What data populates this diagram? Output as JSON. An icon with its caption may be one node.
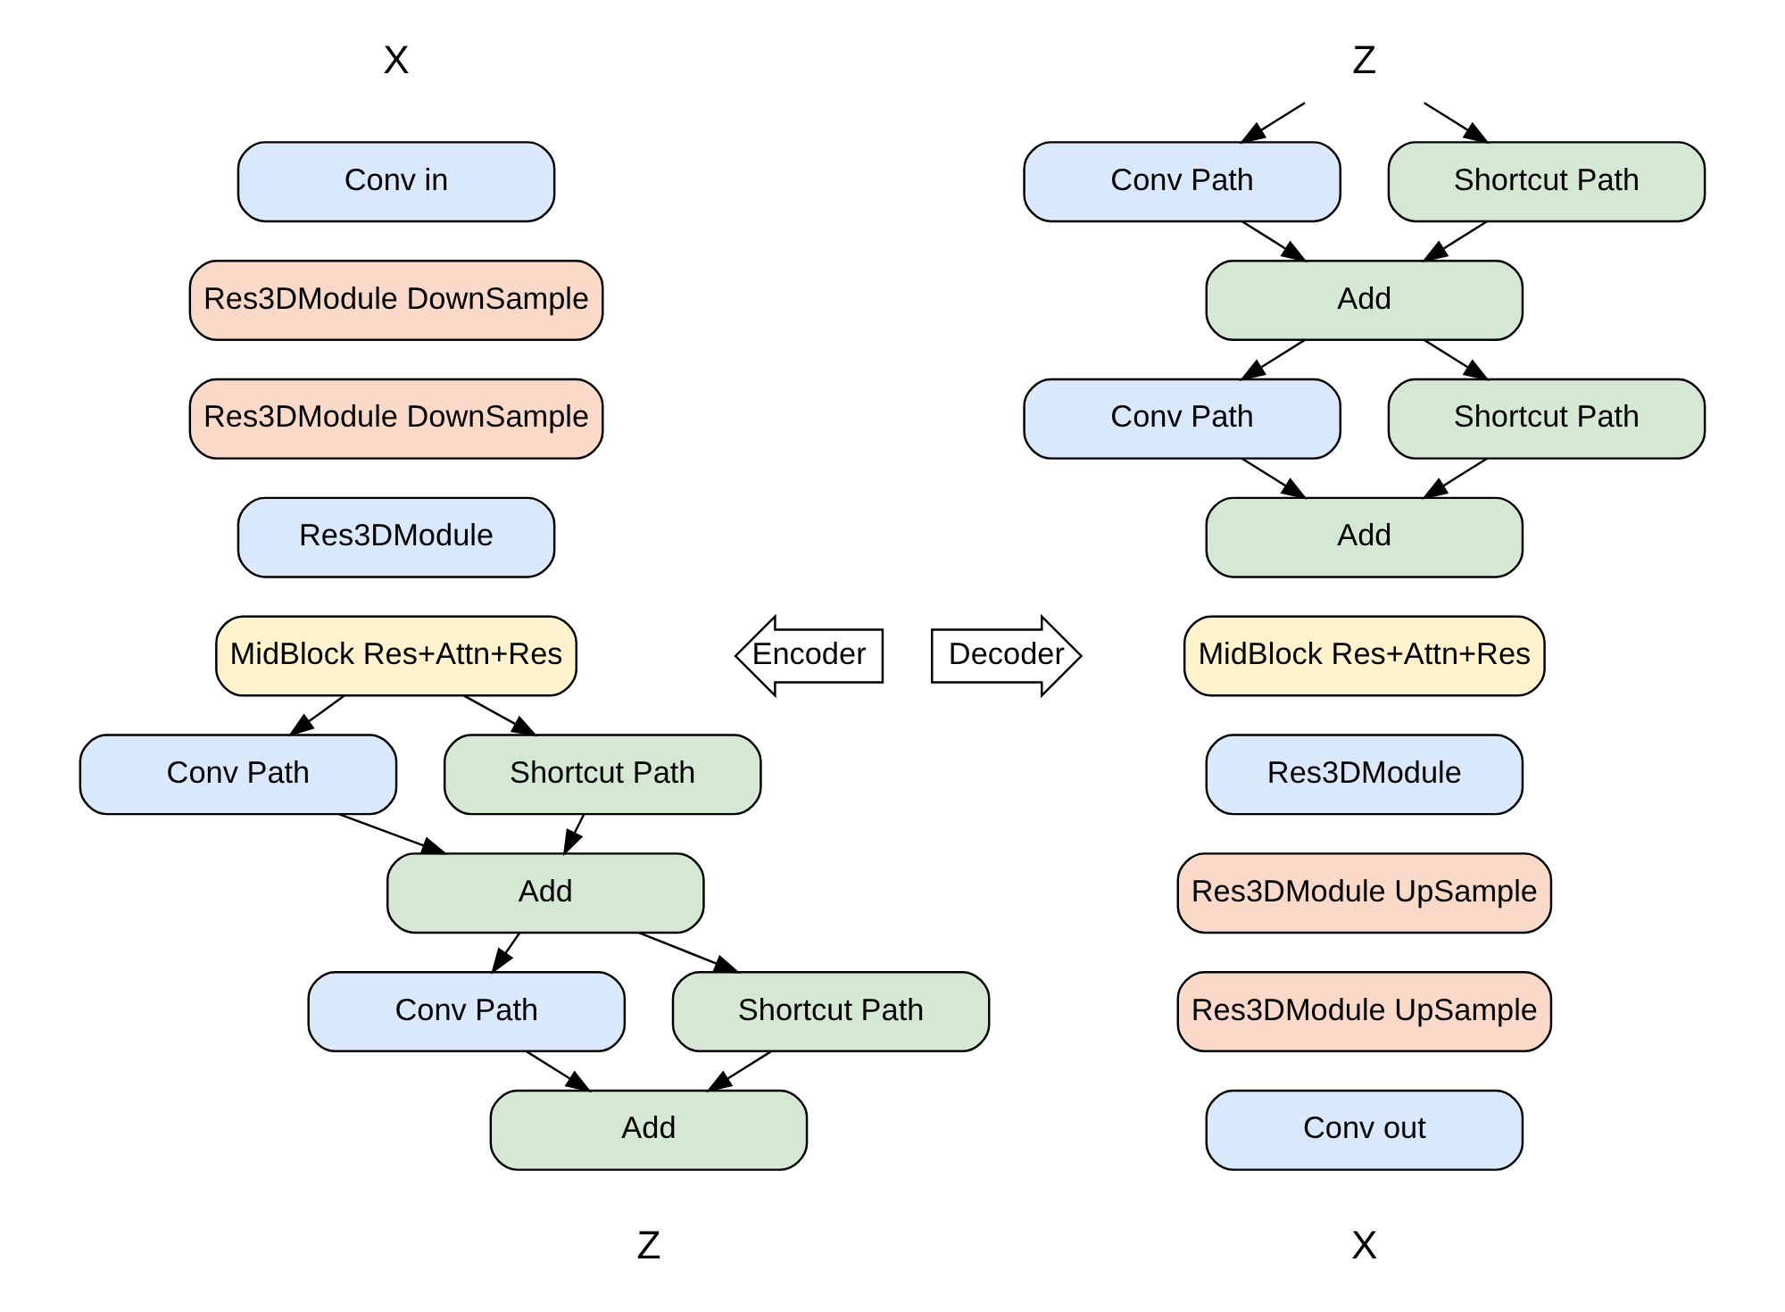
{
  "diagram": {
    "nodes": [
      {
        "text": [
          "Conv in"
        ]
      },
      {
        "text": [
          "Res3DModule DownSample"
        ]
      },
      {
        "text": [
          "Res3DModule DownSample"
        ]
      },
      {
        "text": [
          "Res3DModule"
        ]
      },
      {
        "text": [
          "MidBlock Res+Attn+Res"
        ]
      },
      {
        "text": [
          "Conv Path"
        ]
      },
      {
        "text": [
          "Shortcut Path"
        ]
      },
      {
        "text": [
          "Add"
        ]
      },
      {
        "text": [
          "Conv Path"
        ]
      },
      {
        "text": [
          "Shortcut Path"
        ]
      },
      {
        "text": [
          "Add"
        ]
      },
      {
        "text": [
          "Encoder"
        ]
      },
      {
        "text": [
          "Decoder"
        ]
      },
      {
        "text": [
          "Z"
        ]
      },
      {
        "text": [
          "Conv Path"
        ]
      },
      {
        "text": [
          "Shortcut Path"
        ]
      },
      {
        "text": [
          "Add"
        ]
      },
      {
        "text": [
          "Conv Path"
        ]
      },
      {
        "text": [
          "Shortcut Path"
        ]
      },
      {
        "text": [
          "Add"
        ]
      },
      {
        "text": [
          "MidBlock Res+Attn+Res"
        ]
      },
      {
        "text": [
          "Res3DModule"
        ]
      },
      {
        "text": [
          "Res3DModule UpSample"
        ]
      },
      {
        "text": [
          "Res3DModule UpSample"
        ]
      },
      {
        "text": [
          "Conv out"
        ]
      }
    ],
    "edges": [
      {
        "from": 4,
        "to": 5,
        "arrow": "to"
      },
      {
        "from": 4,
        "to": 6,
        "arrow": "to"
      },
      {
        "from": 5,
        "to": 7,
        "arrow": "to"
      },
      {
        "from": 6,
        "to": 7,
        "arrow": "to"
      },
      {
        "from": 7,
        "to": 8,
        "arrow": "to"
      },
      {
        "from": 7,
        "to": 9,
        "arrow": "to"
      },
      {
        "from": 8,
        "to": 10,
        "arrow": "to"
      },
      {
        "from": 9,
        "to": 10,
        "arrow": "to"
      },
      {
        "from": 13,
        "to": 14,
        "arrow": "to"
      },
      {
        "from": 13,
        "to": 15,
        "arrow": "to"
      },
      {
        "from": 14,
        "to": 16,
        "arrow": "to"
      },
      {
        "from": 15,
        "to": 16,
        "arrow": "to"
      },
      {
        "from": 16,
        "to": 17,
        "arrow": "to"
      },
      {
        "from": 16,
        "to": 18,
        "arrow": "to"
      },
      {
        "from": 17,
        "to": 19,
        "arrow": "to"
      },
      {
        "from": 18,
        "to": 19,
        "arrow": "to"
      }
    ],
    "labels": [
      "X",
      "Z",
      "X"
    ]
  }
}
